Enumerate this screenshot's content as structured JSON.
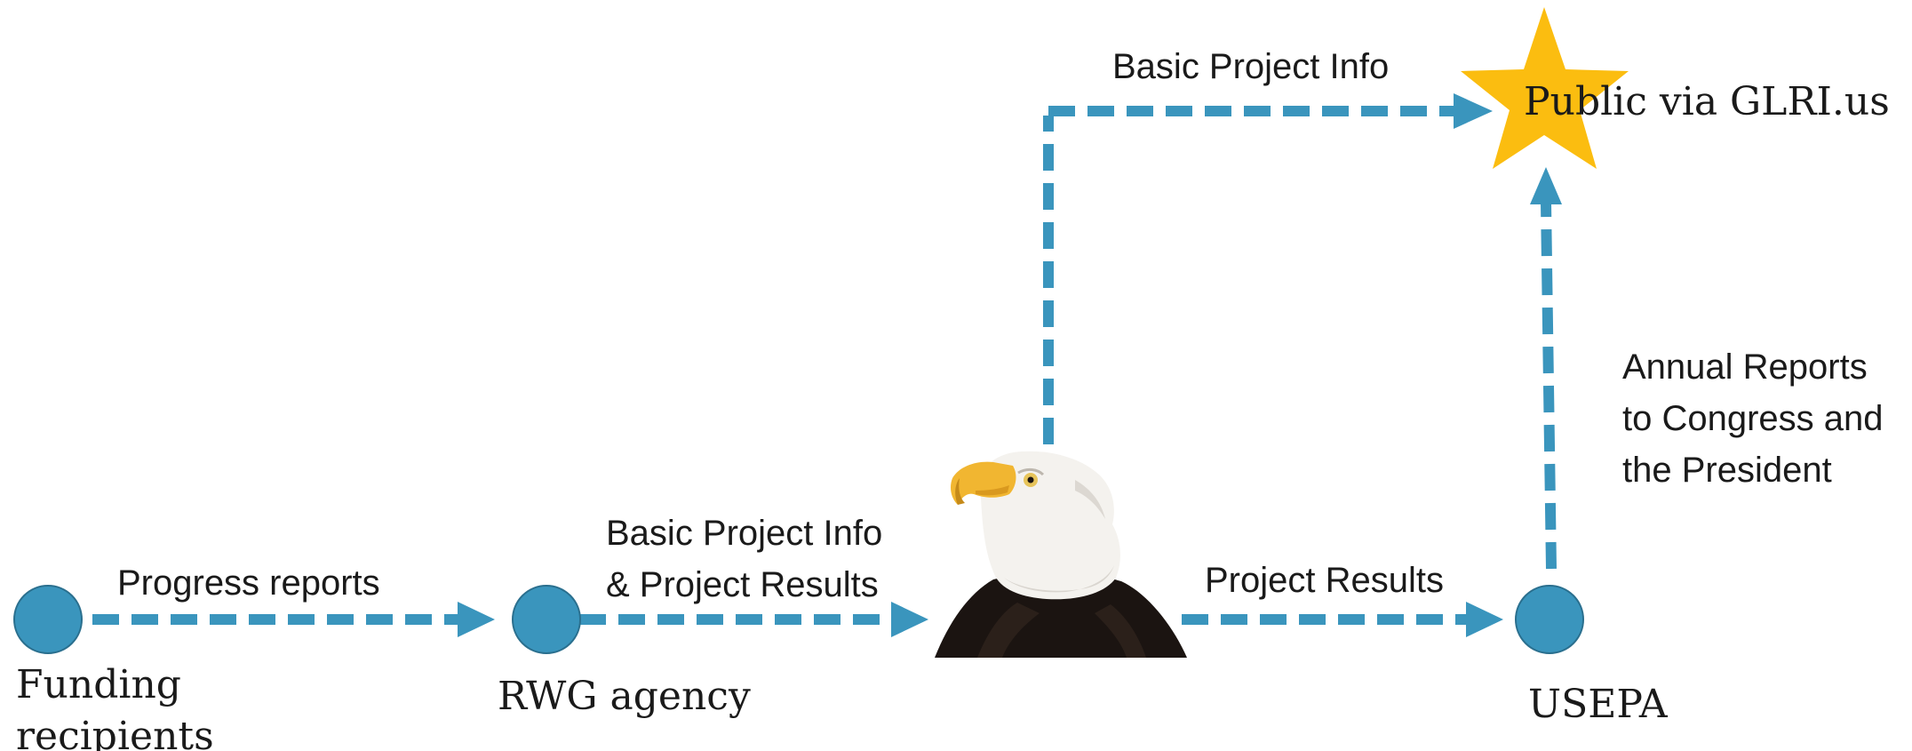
{
  "colors": {
    "arrow": "#3a95bd",
    "node_fill": "#3a95bd",
    "node_stroke": "#2a6f8e",
    "star": "#fbbd10",
    "text": "#1a1a1a"
  },
  "nodes": {
    "funding": {
      "label_line1": "Funding",
      "label_line2": "recipients"
    },
    "rwg": {
      "label": "RWG agency"
    },
    "usepa": {
      "label": "USEPA"
    },
    "public": {
      "label": "Public via GLRI.us",
      "icon": "star-icon"
    },
    "eagle": {
      "icon": "bald-eagle-image"
    }
  },
  "flows": {
    "progress_reports": "Progress reports",
    "basic_info_results_line1": "Basic Project Info",
    "basic_info_results_line2": "& Project Results",
    "project_results": "Project Results",
    "basic_project_info_top": "Basic Project Info",
    "annual_reports_line1": "Annual Reports",
    "annual_reports_line2": "to Congress and",
    "annual_reports_line3": "the President"
  }
}
